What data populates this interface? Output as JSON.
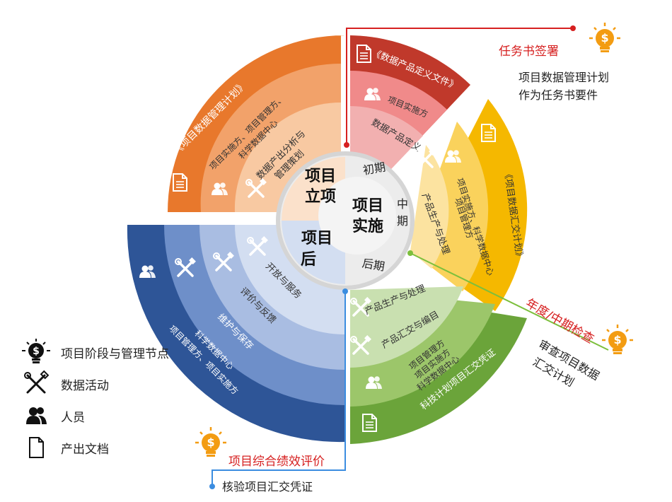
{
  "colors": {
    "orange_outer": "#E8782C",
    "orange_mid": "#F2A26A",
    "orange_inner": "#F8C9A2",
    "orange_core": "#FBE1CB",
    "red_outer": "#C0392B",
    "red_mid": "#F08A8A",
    "red_inner": "#F2B0B0",
    "yellow_outer": "#F5B800",
    "yellow_mid": "#FAD25C",
    "yellow_inner": "#FCE3A0",
    "green_outer": "#6BA43A",
    "green_mid": "#9CC66A",
    "green_inner": "#C9E0B0",
    "blue_outer": "#2E5597",
    "blue_mid": "#6E8FC9",
    "blue_inner": "#A9BDE2",
    "blue_core": "#D3DEF1",
    "center_gray": "#ECECEC",
    "accent_red": "#D62020",
    "accent_blue": "#3B8DE0",
    "accent_green": "#7CBF3C",
    "bulb_orange": "#F39C12"
  },
  "center": {
    "lixiang": "项目立项",
    "shishi": "项目实施",
    "hou": "项目后",
    "chuqi": "初期",
    "zhongqi": "中期",
    "houqi": "后期"
  },
  "sectors": {
    "lixiang": {
      "outer": "《项目数据管理计划》",
      "mid_line1": "项目实施方、项目管理方、",
      "mid_line2": "科学数据中心",
      "inner_line1": "数据产出分析与",
      "inner_line2": "管理策划"
    },
    "chuqi": {
      "outer": "《数据产品定义文件》",
      "mid": "项目实施方",
      "inner": "数据产品定义"
    },
    "zhongqi": {
      "outer": "《项目数据汇交计划》",
      "mid_line1": "项目实施方、科学数据中心",
      "mid_line2": "项目管理方",
      "inner": "产品生产与处理"
    },
    "houqi": {
      "outer": "科技计划项目汇交凭证",
      "mid_line1": "项目管理方",
      "mid_line2": "项目实施方",
      "mid_line3": "科学数据中心",
      "inner1": "产品生产与处理",
      "inner2": "产品汇交与编目"
    },
    "hou": {
      "outer_line1": "科学数据中心",
      "outer_line2": "项目管理方、项目实施方",
      "ring2": "维护与保存",
      "ring3": "评价与反馈",
      "ring4": "开放与服务"
    }
  },
  "callouts": {
    "renwushu": {
      "title": "任务书签署",
      "line1": "项目数据管理计划",
      "line2": "作为任务书要件"
    },
    "niandu": {
      "title": "年度/中期检查",
      "line1": "审查项目数据",
      "line2": "汇交计划"
    },
    "jixiao": {
      "title": "项目综合绩效评价",
      "line1": "核验项目汇交凭证"
    }
  },
  "legend": [
    {
      "icon": "lightbulb-dollar-icon",
      "label": "项目阶段与管理节点"
    },
    {
      "icon": "tools-icon",
      "label": "数据活动"
    },
    {
      "icon": "people-icon",
      "label": "人员"
    },
    {
      "icon": "document-icon",
      "label": "产出文档"
    }
  ]
}
